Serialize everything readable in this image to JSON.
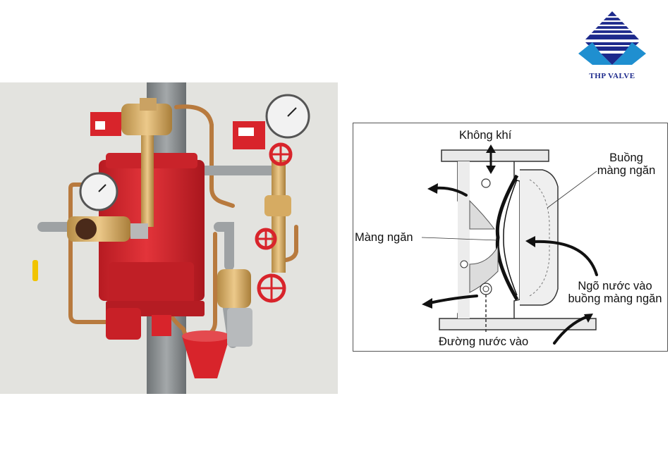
{
  "logo": {
    "text": "THP VALVE"
  },
  "diagram": {
    "labels": {
      "air": "Không khí",
      "chamber_line1": "Buồng",
      "chamber_line2": "màng ngăn",
      "diaphragm": "Màng ngăn",
      "inlet_line1": "Ngõ nước vào",
      "inlet_line2": "buồng màng ngăn",
      "water_inlet": "Đường nước vào"
    }
  },
  "colors": {
    "brand_blue": "#1d2a8c",
    "brand_cyan": "#1f8fd0",
    "valve_red": "#d8242b",
    "brass": "#d9b06a",
    "copper": "#b87a3e",
    "pipe_gray": "#8d9193"
  }
}
